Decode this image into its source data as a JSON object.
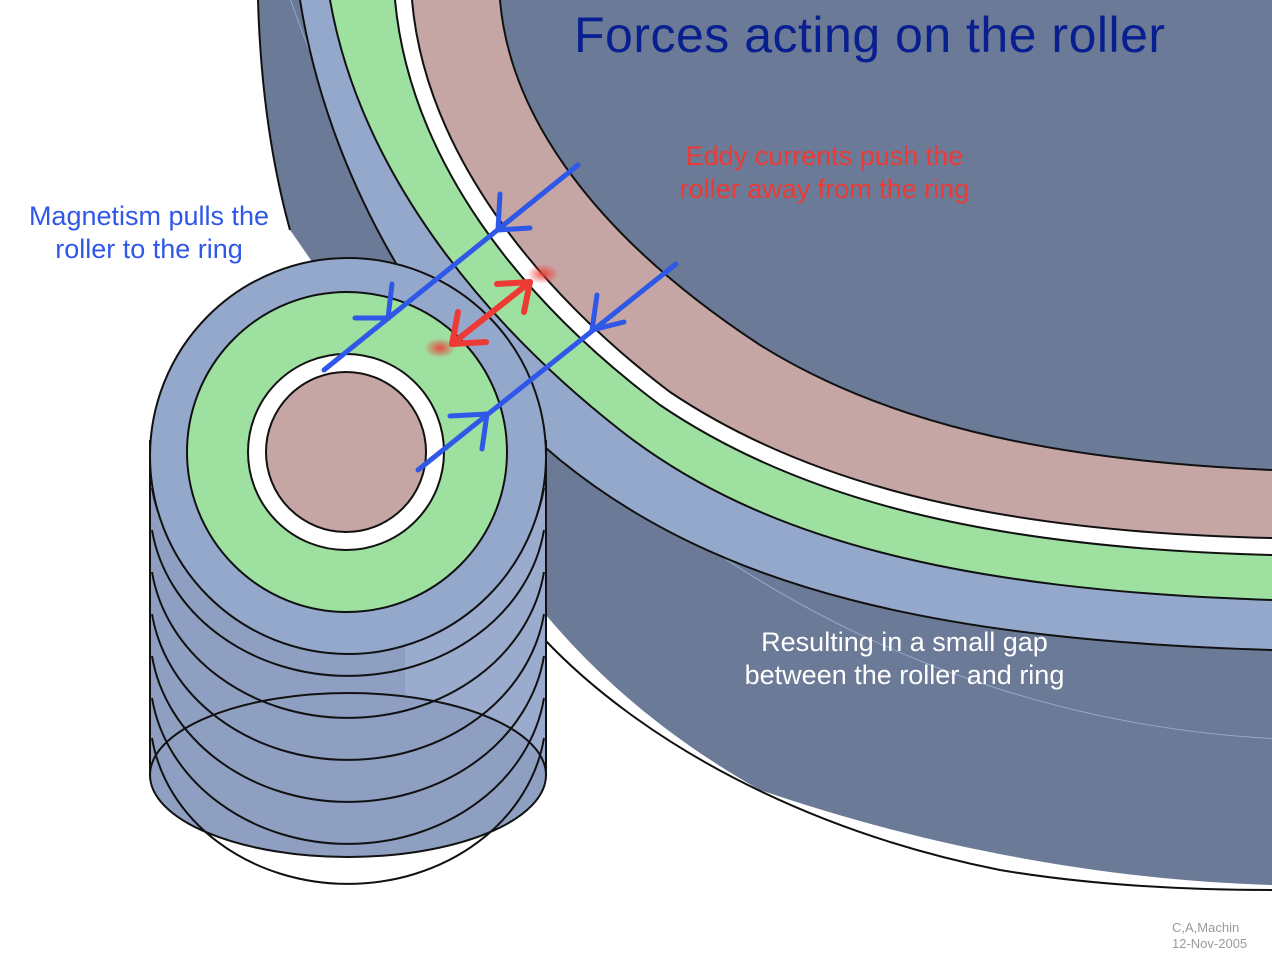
{
  "title": "Forces acting on the roller",
  "labels": {
    "magnetism": [
      "Magnetism pulls the",
      "roller to the ring"
    ],
    "eddy": [
      "Eddy currents push the",
      "roller away from the ring"
    ],
    "result": [
      "Resulting in a small gap",
      "between the roller and ring"
    ]
  },
  "credit": [
    "C,A,Machin",
    "12-Nov-2005"
  ],
  "colors": {
    "title": "#0a1f8f",
    "magnetism_arrows": "#2f58e8",
    "eddy_arrow": "#ee3a35",
    "ring_side": "#6b7a96",
    "steel_band": "#94a8cc",
    "green_band": "#9ee0a0",
    "pink_band": "#c6a6a4",
    "outline": "#111111"
  }
}
